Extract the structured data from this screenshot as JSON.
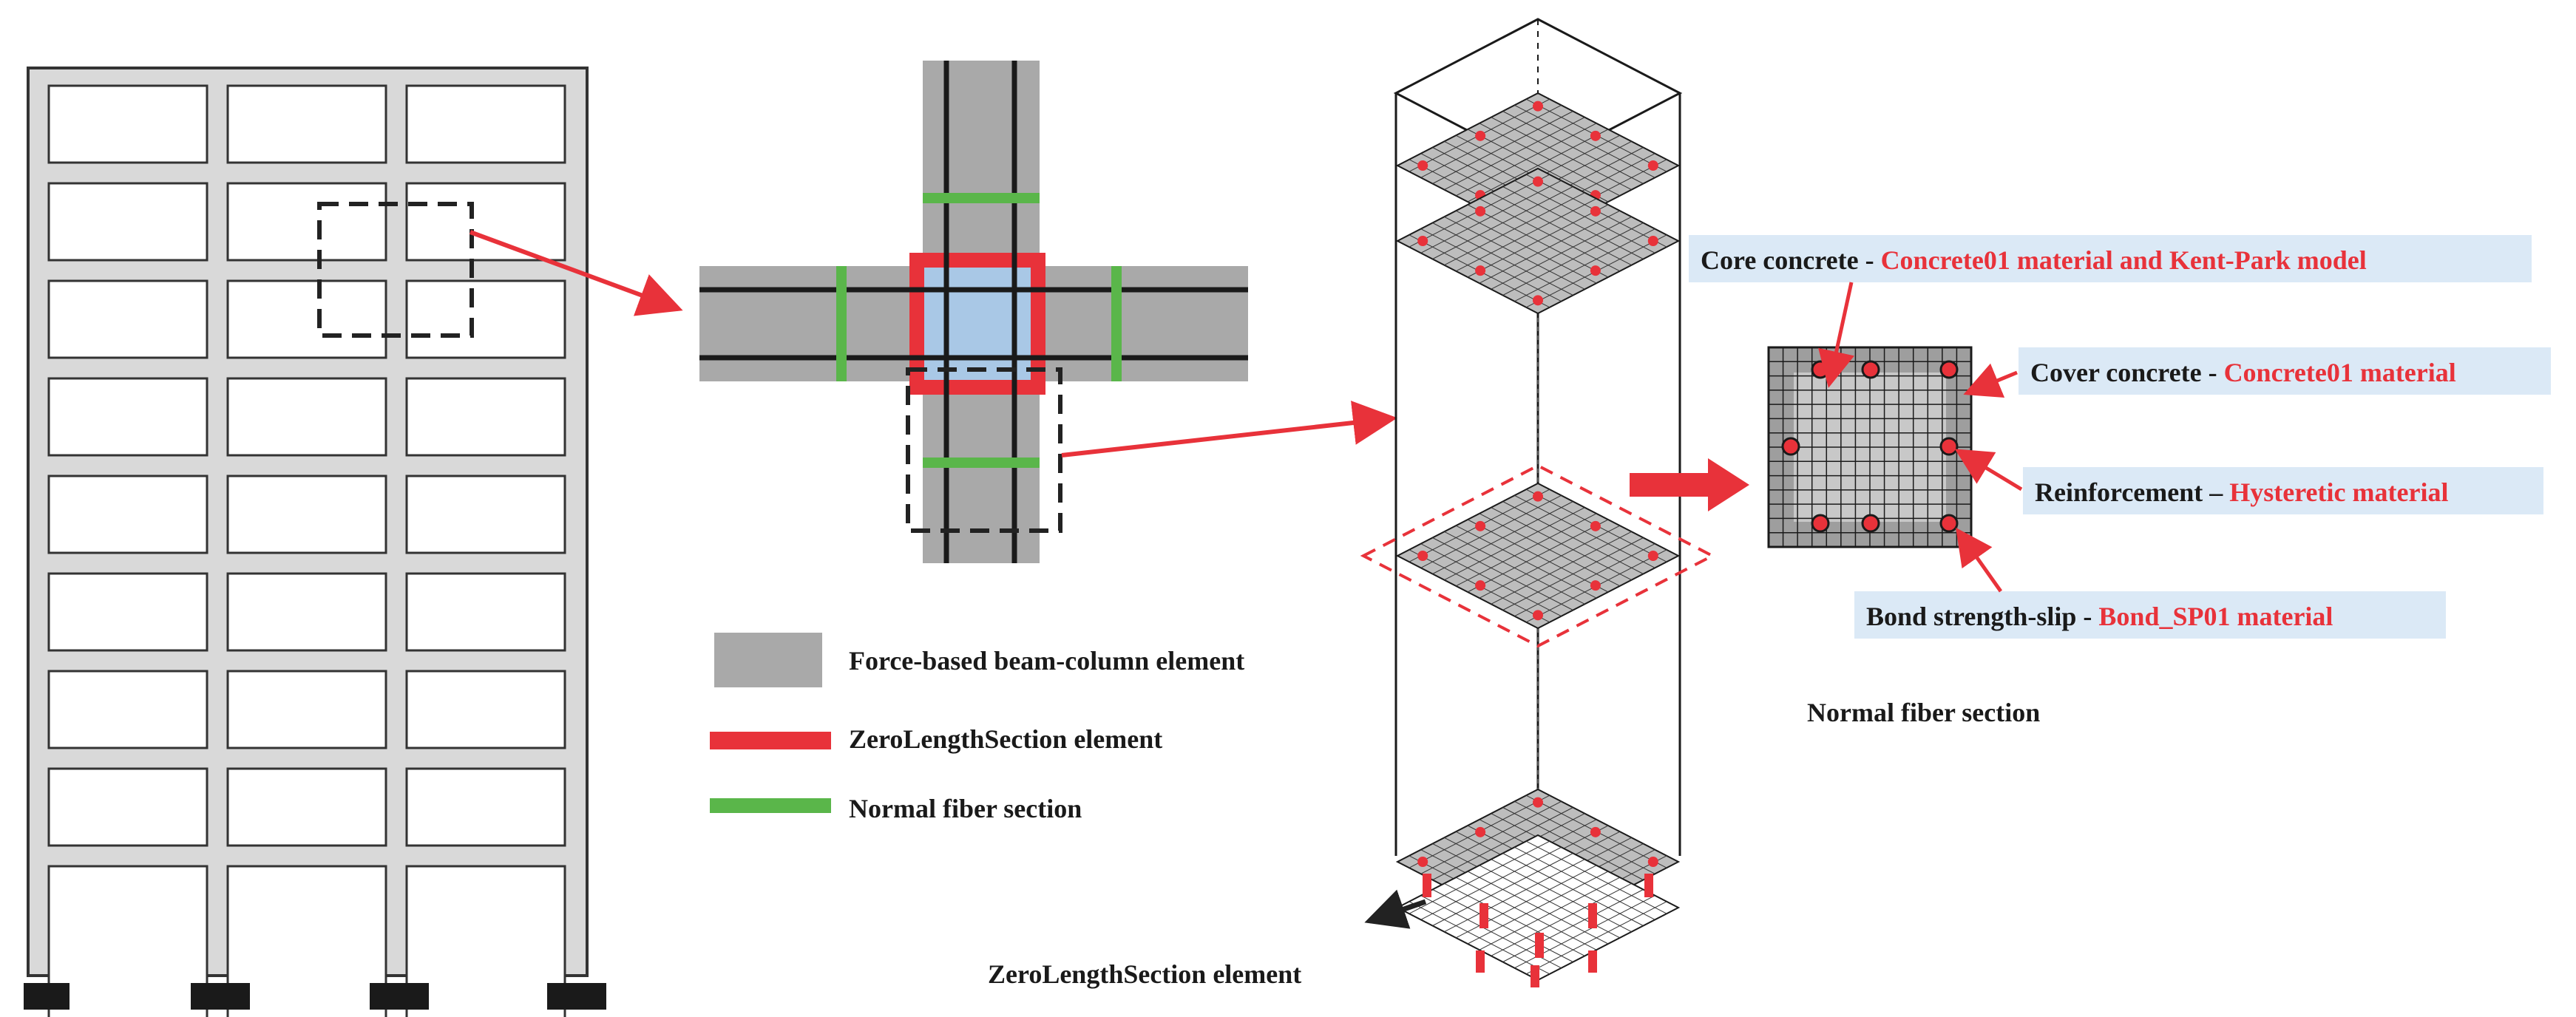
{
  "colors": {
    "frame_fill": "#d6d6d6",
    "frame_stroke": "#333333",
    "element_gray": "#a9a9a9",
    "zerolength_red": "#e8323a",
    "normal_fiber_green": "#5ab64a",
    "joint_blue": "#a9c8e6",
    "label_bg_blue": "#dbe9f6",
    "label_dark": "#1a1a1a",
    "label_red": "#e8323a",
    "bar_red": "#e8323a"
  },
  "legend": {
    "gray_label": "Force-based beam-column element",
    "red_label": "ZeroLengthSection element",
    "green_label": "Normal fiber section"
  },
  "column": {
    "bottom_label": "ZeroLengthSection element"
  },
  "section": {
    "caption": "Normal fiber section",
    "labels": [
      {
        "name": "Core concrete",
        "sep": " - ",
        "material": "Concrete01 material and  Kent-Park model"
      },
      {
        "name": "Cover concrete",
        "sep": " - ",
        "material": "Concrete01 material"
      },
      {
        "name": "Reinforcement",
        "sep": " – ",
        "material": "Hysteretic material"
      },
      {
        "name": "Bond strength-slip",
        "sep": " - ",
        "material": "Bond_SP01 material"
      }
    ]
  },
  "frame": {
    "stories": 9,
    "bays": 3
  }
}
